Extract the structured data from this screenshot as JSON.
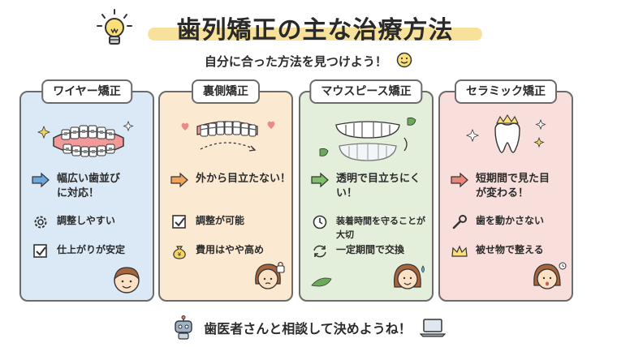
{
  "title": "歯列矯正の主な治療方法",
  "subtitle": "自分に合った方法を見つけよう！",
  "cards": [
    {
      "name": "ワイヤー矯正",
      "main": "幅広い歯並びに対応！",
      "feat2": "調整しやすい",
      "feat3": "仕上がりが安定"
    },
    {
      "name": "裏側矯正",
      "main": "外から目立たない！",
      "feat2": "調整が可能",
      "feat3": "費用はやや高め"
    },
    {
      "name": "マウスピース矯正",
      "main": "透明で目立ちにくい！",
      "feat2": "装着時間を守ることが大切",
      "feat3": "一定期間で交換"
    },
    {
      "name": "セラミック矯正",
      "main": "短期間で見た目が変わる！",
      "feat2": "歯を動かさない",
      "feat3": "被せ物で整える"
    }
  ],
  "footer": "歯医者さんと相談して決めようね！",
  "colors": {
    "title_highlight": "#f6dc8a",
    "wire": "#dbe9f6",
    "lingual": "#fbe9d2",
    "aligner": "#e4efdb",
    "ceramic": "#f9dfdc",
    "arrow_blue": "#6aa7dc",
    "arrow_orange": "#f0a35a",
    "arrow_green": "#7fbf6a",
    "arrow_red": "#e9867a"
  }
}
